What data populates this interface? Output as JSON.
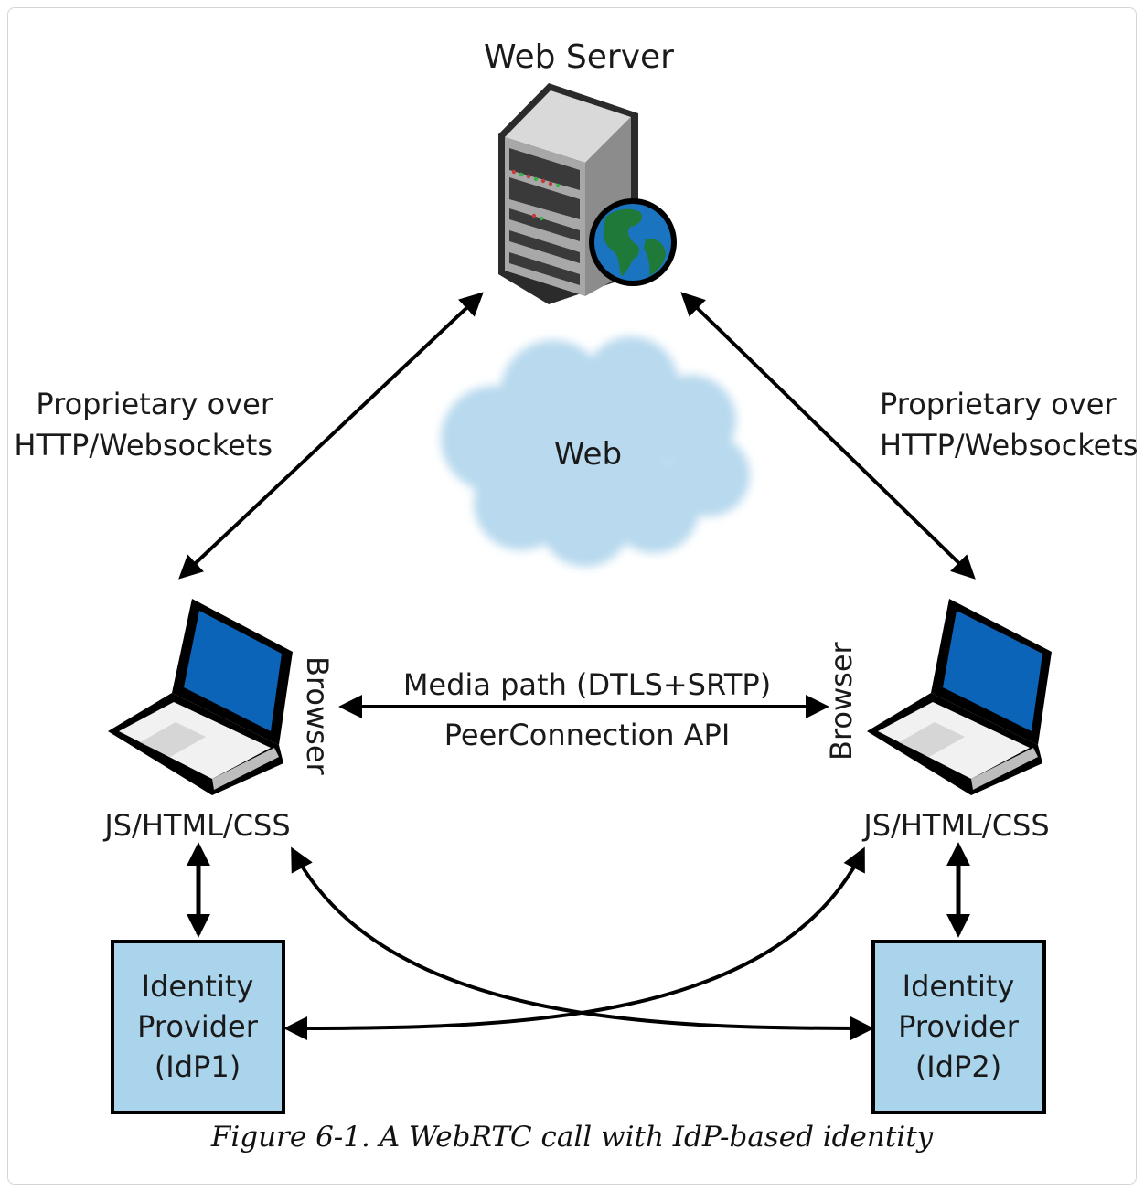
{
  "diagram": {
    "web_server_label": "Web Server",
    "cloud_label": "Web",
    "left_link_label": {
      "line1": "Proprietary over",
      "line2": "HTTP/Websockets"
    },
    "right_link_label": {
      "line1": "Proprietary over",
      "line2": "HTTP/Websockets"
    },
    "left_browser_label": "Browser",
    "right_browser_label": "Browser",
    "media_path_label": "Media path (DTLS+SRTP)",
    "peerconnection_label": "PeerConnection API",
    "left_stack_label": "JS/HTML/CSS",
    "right_stack_label": "JS/HTML/CSS",
    "idp1": {
      "line1": "Identity",
      "line2": "Provider",
      "line3": "(IdP1)"
    },
    "idp2": {
      "line1": "Identity",
      "line2": "Provider",
      "line3": "(IdP2)"
    }
  },
  "colors": {
    "idp_fill": "#a9d4ec",
    "cloud_fill": "#b8d9ee",
    "screen_blue": "#0b64b8",
    "arrow": "#000000"
  },
  "caption": "Figure 6-1. A WebRTC call with IdP-based identity"
}
